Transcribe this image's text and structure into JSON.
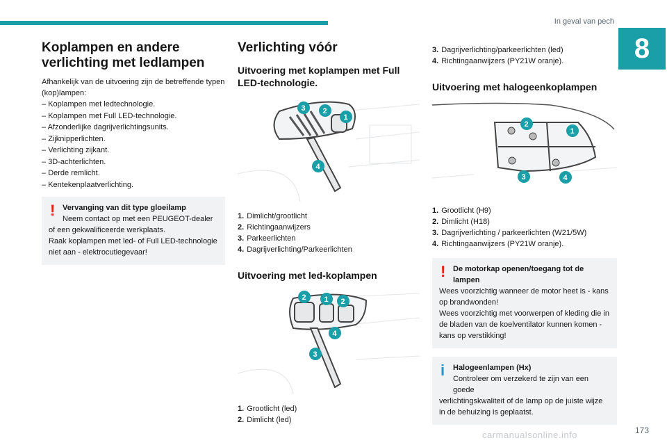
{
  "header": {
    "section": "In geval van pech",
    "chapter": "8"
  },
  "footer": {
    "page": "173",
    "watermark": "carmanualsonline.info"
  },
  "col1": {
    "title": "Koplampen en andere verlichting met ledlampen",
    "intro": "Afhankelijk van de uitvoering zijn de betreffende typen (kop)lampen:",
    "items": [
      "Koplampen met ledtechnologie.",
      "Koplampen met Full LED-technologie.",
      "Afzonderlijke dagrijverlichtingsunits.",
      "Zijknipperlichten.",
      "Verlichting zijkant.",
      "3D-achterlichten.",
      "Derde remlicht.",
      "Kentekenplaatverlichting."
    ],
    "warning": {
      "title": "Vervanging van dit type gloeilamp",
      "line1": "Neem contact op met een PEUGEOT-dealer",
      "rest": "of een gekwalificeerde werkplaats.",
      "line3": "Raak koplampen met led- of Full LED-technologie niet aan - elektrocutiegevaar!"
    }
  },
  "col2": {
    "title": "Verlichting vóór",
    "full_led": {
      "subtitle": "Uitvoering met koplampen met Full LED-technologie.",
      "items": [
        {
          "num": "1.",
          "text": "Dimlicht/grootlicht"
        },
        {
          "num": "2.",
          "text": "Richtingaanwijzers"
        },
        {
          "num": "3.",
          "text": "Parkeerlichten"
        },
        {
          "num": "4.",
          "text": "Dagrijverlichting/Parkeerlichten"
        }
      ]
    },
    "led": {
      "subtitle": "Uitvoering met led-koplampen",
      "items": [
        {
          "num": "1.",
          "text": "Grootlicht (led)"
        },
        {
          "num": "2.",
          "text": "Dimlicht (led)"
        }
      ]
    }
  },
  "col3": {
    "led_cont": [
      {
        "num": "3.",
        "text": "Dagrijverlichting/parkeerlichten (led)"
      },
      {
        "num": "4.",
        "text": "Richtingaanwijzers (PY21W oranje)."
      }
    ],
    "halogen": {
      "subtitle": "Uitvoering met halogeenkoplampen",
      "items": [
        {
          "num": "1.",
          "text": "Grootlicht (H9)"
        },
        {
          "num": "2.",
          "text": "Dimlicht (H18)"
        },
        {
          "num": "3.",
          "text": "Dagrijverlichting / parkeerlichten (W21/5W)"
        },
        {
          "num": "4.",
          "text": "Richtingaanwijzers (PY21W oranje)."
        }
      ]
    },
    "warning": {
      "title": "De motorkap openen/toegang tot de lampen",
      "p1": "Wees voorzichtig wanneer de motor heet is - kans op brandwonden!",
      "p2": "Wees voorzichtig met voorwerpen of kleding die in de bladen van de koelventilator kunnen komen - kans op verstikking!"
    },
    "info": {
      "title": "Halogeenlampen (Hx)",
      "line1": "Controleer om verzekerd te zijn van een goede",
      "rest": "verlichtingskwaliteit of de lamp op de juiste wijze in de behuizing is geplaatst."
    }
  },
  "figures": {
    "full_led_badges": [
      "3",
      "2",
      "1",
      "4"
    ],
    "led_badges": [
      "2",
      "1",
      "2",
      "4",
      "3"
    ],
    "halogen_badges": [
      "2",
      "1",
      "3",
      "4"
    ]
  },
  "colors": {
    "accent": "#1a9fa8",
    "warning": "#e2231a",
    "info": "#2a93c9",
    "notice_bg": "#f1f2f3"
  }
}
